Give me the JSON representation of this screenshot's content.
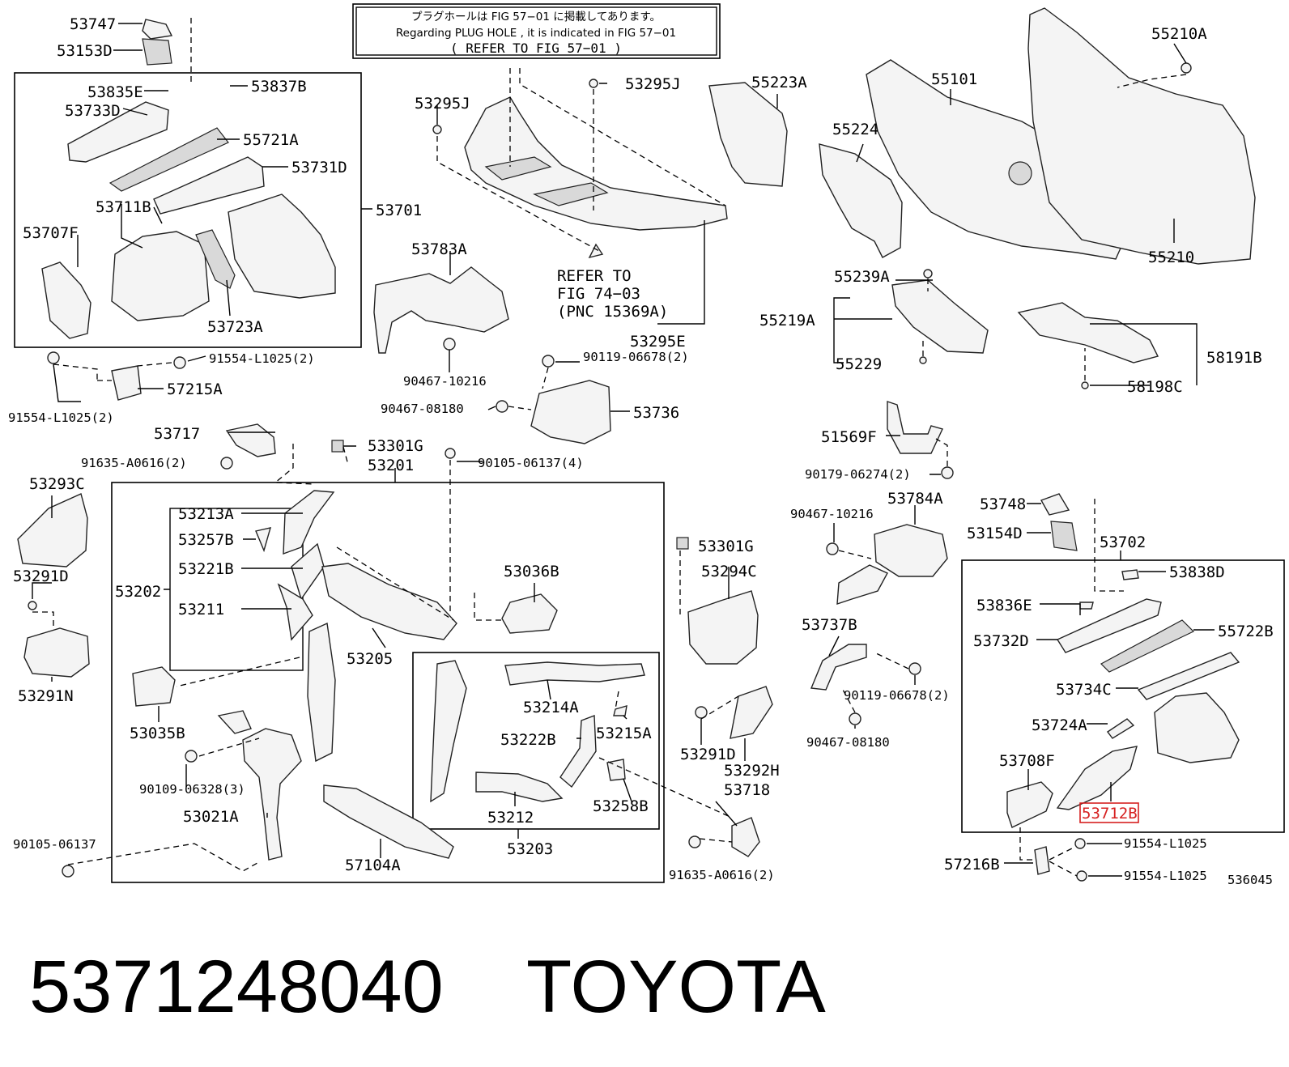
{
  "notice": {
    "jp": "プラグホールは FIG 57−01 に掲載してあります。",
    "en": "Regarding  PLUG  HOLE , it is indicated in FIG  57−01",
    "ref": "( REFER  TO  FIG  57−01 )"
  },
  "refer_note": [
    "REFER  TO",
    "FIG  74−03",
    "(PNC  15369A)"
  ],
  "labels": {
    "p53747": "53747",
    "p53153D": "53153D",
    "p53835E": "53835E",
    "p53837B": "53837B",
    "p53733D": "53733D",
    "p55721A": "55721A",
    "p53731D": "53731D",
    "p53711B": "53711B",
    "p53701": "53701",
    "p53707F": "53707F",
    "p53723A": "53723A",
    "p91554a": "91554-L1025(2)",
    "p91554b": "91554-L1025(2)",
    "p57215A": "57215A",
    "p53295Ja": "53295J",
    "p53295Jb": "53295J",
    "p53783A": "53783A",
    "p90467a": "90467-10216",
    "p53295E": "53295E",
    "p90119a": "90119-06678(2)",
    "p90467b": "90467-08180",
    "p53736": "53736",
    "p55223A": "55223A",
    "p55101": "55101",
    "p55224": "55224",
    "p55210A": "55210A",
    "p55210": "55210",
    "p55239A": "55239A",
    "p55219A": "55219A",
    "p55229": "55229",
    "p58191B": "58191B",
    "p58198C": "58198C",
    "p53717": "53717",
    "p53301Ga": "53301G",
    "p91635a": "91635-A0616(2)",
    "p53201": "53201",
    "p90105a": "90105-06137(4)",
    "p53293C": "53293C",
    "p53291D": "53291D",
    "p53291N": "53291N",
    "p53213A": "53213A",
    "p53257B": "53257B",
    "p53221B": "53221B",
    "p53202": "53202",
    "p53211": "53211",
    "p53205": "53205",
    "p53036B": "53036B",
    "p53035B": "53035B",
    "p90109": "90109-06328(3)",
    "p53021A": "53021A",
    "p90105b": "90105-06137",
    "p57104A": "57104A",
    "p53214A": "53214A",
    "p53222B": "53222B",
    "p53215A": "53215A",
    "p53212": "53212",
    "p53258B": "53258B",
    "p53203": "53203",
    "p53301Gb": "53301G",
    "p53294C": "53294C",
    "p53291Db": "53291D",
    "p53292H": "53292H",
    "p53718": "53718",
    "p91635b": "91635-A0616(2)",
    "p51569F": "51569F",
    "p90179": "90179-06274(2)",
    "p90467c": "90467-10216",
    "p53784A": "53784A",
    "p53737B": "53737B",
    "p90119b": "90119-06678(2)",
    "p90467d": "90467-08180",
    "p53748": "53748",
    "p53154D": "53154D",
    "p53702": "53702",
    "p53838D": "53838D",
    "p53836E": "53836E",
    "p53732D": "53732D",
    "p55722B": "55722B",
    "p53734C": "53734C",
    "p53724A": "53724A",
    "p53708F": "53708F",
    "p53712B": "53712B",
    "p91554c": "91554-L1025",
    "p57216B": "57216B",
    "p91554d": "91554-L1025",
    "fig_no": "536045"
  },
  "caption": {
    "part_no": "5371248040",
    "brand": "TOYOTA"
  },
  "colors": {
    "highlight": "#d62020",
    "ink": "#000000",
    "part_fill": "#f4f4f4"
  }
}
